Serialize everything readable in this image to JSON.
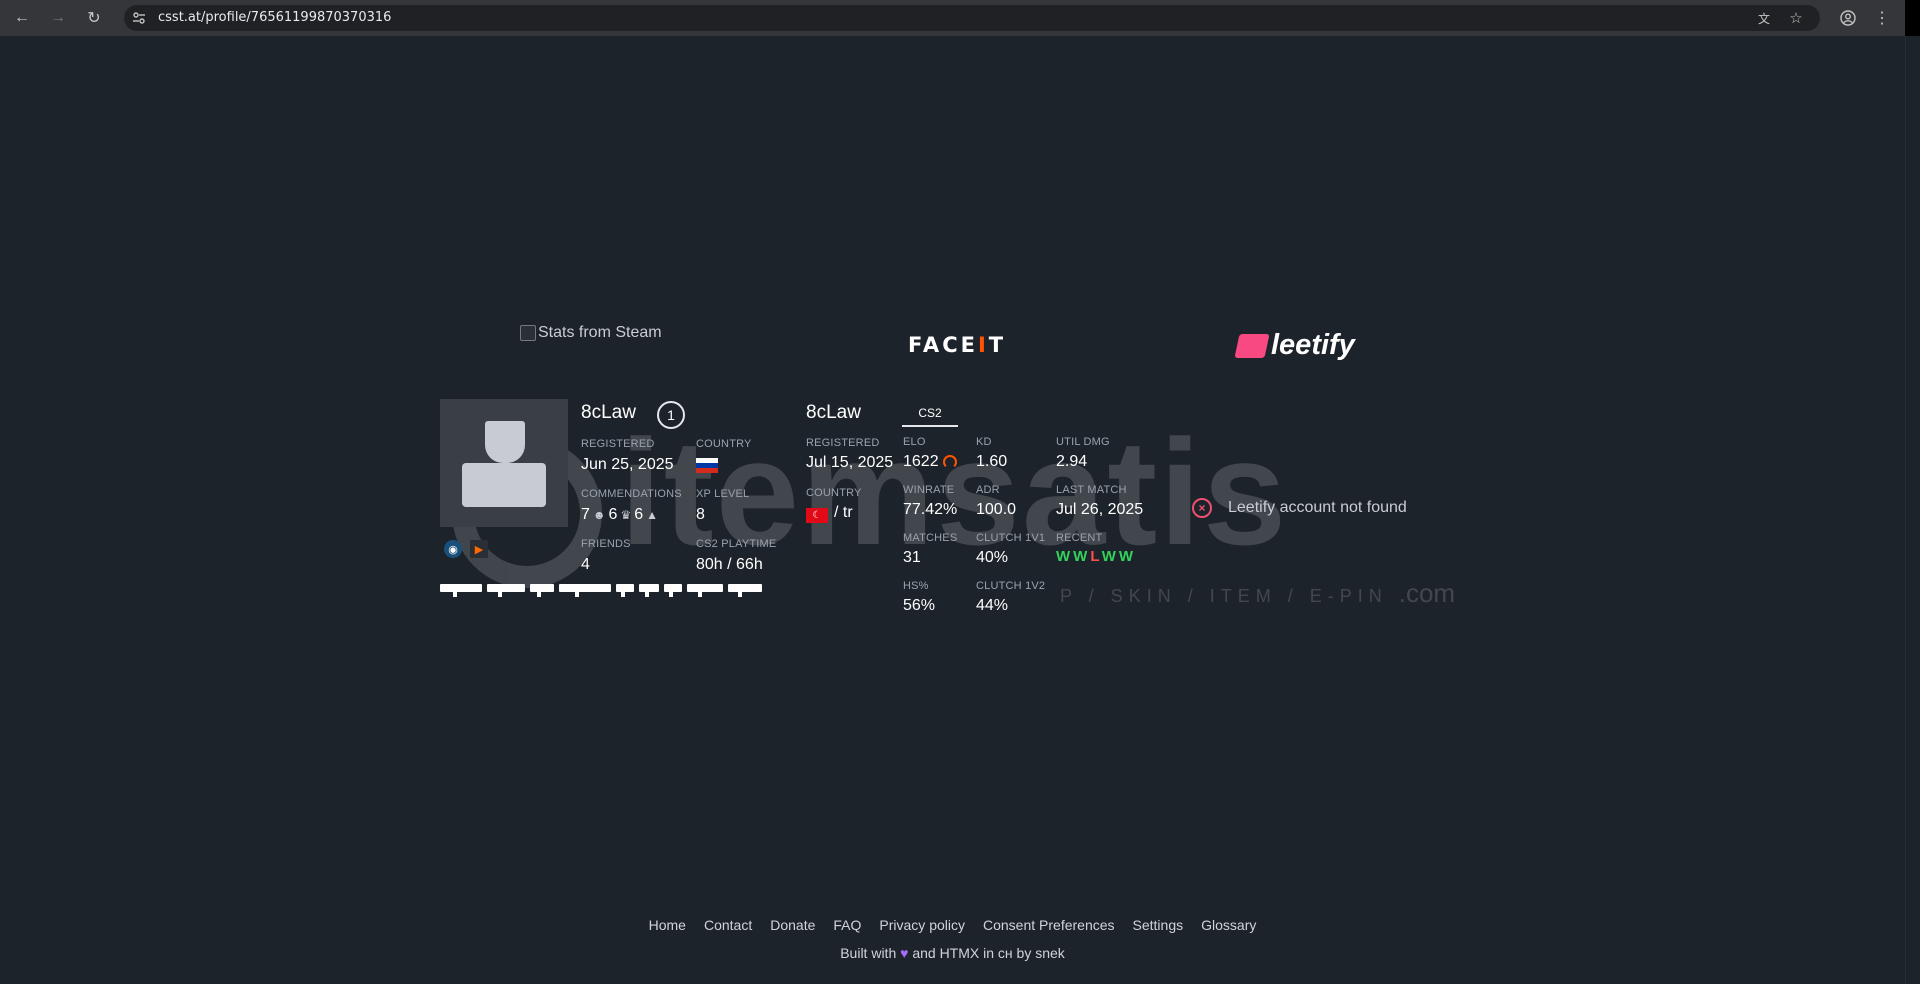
{
  "browser": {
    "url": "csst.at/profile/76561199870370316"
  },
  "logos": {
    "steam_alt": "Stats from Steam",
    "faceit_text": "FACE",
    "faceit_accent": "I",
    "faceit_tail": "T",
    "leetify": "leetify"
  },
  "watermark": {
    "brand": "itemsatis",
    "tagline": "P / SKIN / ITEM / E-PIN",
    "suffix": ".com"
  },
  "steam": {
    "name": "8cLaw",
    "level": "1",
    "registered_label": "REGISTERED",
    "registered": "Jun 25, 2025",
    "country_label": "COUNTRY",
    "commendations_label": "COMMENDATIONS",
    "commend_friendly": "7",
    "commend_leader": "6",
    "commend_teacher": "6",
    "xp_label": "XP LEVEL",
    "xp": "8",
    "friends_label": "FRIENDS",
    "friends": "4",
    "playtime_label": "CS2 PLAYTIME",
    "playtime": "80h / 66h"
  },
  "faceit": {
    "name": "8cLaw",
    "tab": "CS2",
    "registered_label": "REGISTERED",
    "registered": "Jul 15, 2025",
    "country_label": "COUNTRY",
    "country": "/ tr",
    "elo_label": "ELO",
    "elo": "1622",
    "kd_label": "KD",
    "kd": "1.60",
    "util_label": "UTIL DMG",
    "util": "2.94",
    "winrate_label": "WINRATE",
    "winrate": "77.42%",
    "adr_label": "ADR",
    "adr": "100.0",
    "last_match_label": "LAST MATCH",
    "last_match": "Jul 26, 2025",
    "matches_label": "MATCHES",
    "matches": "31",
    "clutch1_label": "CLUTCH 1V1",
    "clutch1": "40%",
    "recent_label": "RECENT",
    "recent": [
      "W",
      "W",
      "L",
      "W",
      "W"
    ],
    "hs_label": "HS%",
    "hs": "56%",
    "clutch2_label": "CLUTCH 1V2",
    "clutch2": "44%"
  },
  "leetify": {
    "error": "Leetify account not found"
  },
  "footer": {
    "links": [
      "Home",
      "Contact",
      "Donate",
      "FAQ",
      "Privacy policy",
      "Consent Preferences",
      "Settings",
      "Glossary"
    ],
    "credit_pre": "Built with",
    "credit_post": "and HTMX in сн by snek"
  },
  "colors": {
    "page_bg": "#1d232b",
    "faceit_orange": "#ff5500",
    "leetify_pink": "#f84982",
    "win_green": "#32d35a",
    "loss_red": "#ff4e4e"
  }
}
